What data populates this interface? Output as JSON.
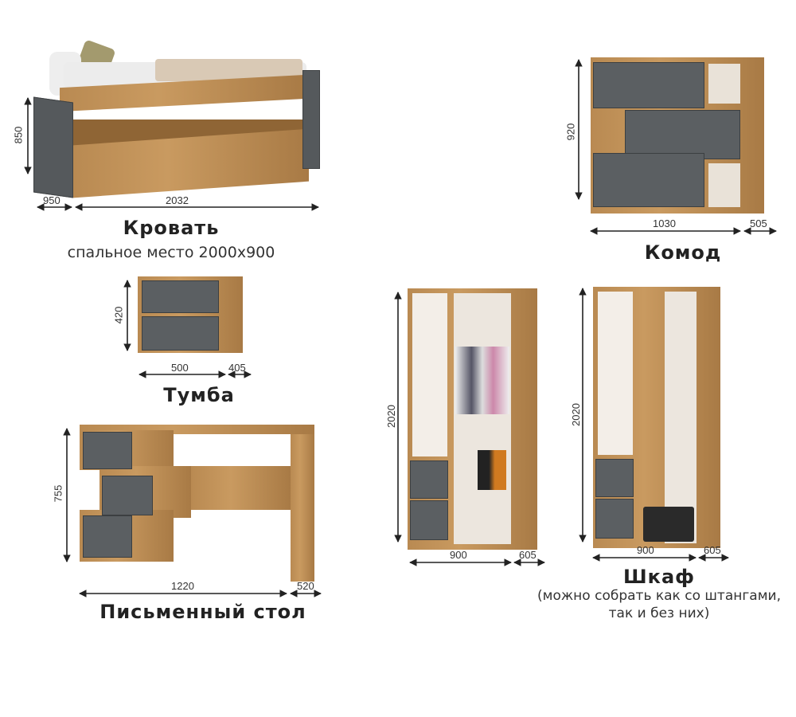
{
  "bed": {
    "title": "Кровать",
    "subtitle": "спальное место 2000x900",
    "height": "850",
    "depth": "950",
    "length": "2032"
  },
  "dresser": {
    "title": "Комод",
    "height": "920",
    "width": "1030",
    "depth": "505"
  },
  "nightstand": {
    "title": "Тумба",
    "height": "420",
    "width": "500",
    "depth": "405"
  },
  "desk": {
    "title": "Письменный стол",
    "height": "755",
    "width": "1220",
    "depth": "520"
  },
  "wardrobe": {
    "title": "Шкаф",
    "note_line1": "(можно собрать как со штангами,",
    "note_line2": "так и без них)",
    "left": {
      "height": "2020",
      "width": "900",
      "depth": "605"
    },
    "right": {
      "height": "2020",
      "width": "900",
      "depth": "605"
    }
  },
  "colors": {
    "wood": "#b98a52",
    "panel": "#55595c"
  }
}
